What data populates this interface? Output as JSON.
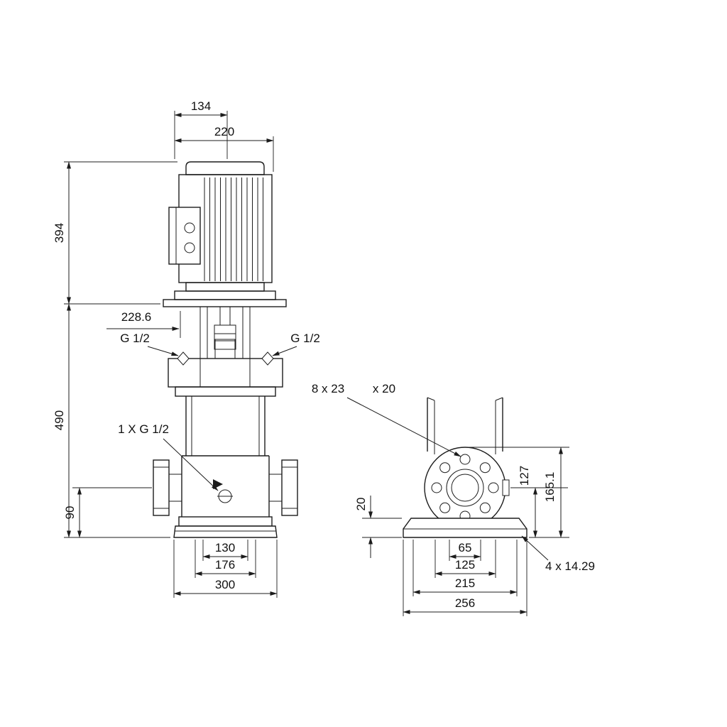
{
  "colors": {
    "line": "#1c1c1c",
    "background": "#ffffff"
  },
  "front": {
    "motor_face_width": "134",
    "motor_width": "220",
    "motor_height": "394",
    "head_offset": "228.6",
    "plug_left": "G 1/2",
    "plug_right": "G 1/2",
    "pump_height": "490",
    "drain_port": "1 X G 1/2",
    "port_center_height": "90",
    "base_slot_width": "130",
    "base_mid_width": "176",
    "base_width": "300"
  },
  "side": {
    "flange_holes_note": "8 x 23",
    "flange_holes_depth": "x 20",
    "base_thickness": "20",
    "port_center_height": "127",
    "flange_top_height": "165.1",
    "base_hole_note": "4  x 14.29",
    "base_slot_width": "65",
    "base_hole_spacing": "125",
    "base_mid_width": "215",
    "base_width": "256"
  }
}
